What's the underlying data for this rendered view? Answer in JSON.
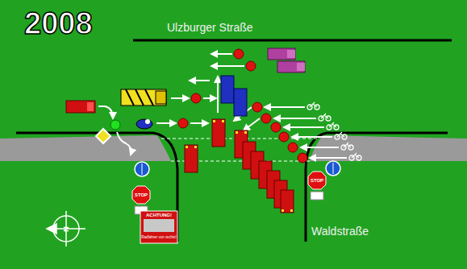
{
  "diagram": {
    "title": "2008",
    "labels": [
      "Ulzburger Straße",
      "STOP",
      "STOP",
      "ACHTUNG!",
      "Radfahrer von rechts!",
      "N",
      "Waldstraße"
    ]
  }
}
